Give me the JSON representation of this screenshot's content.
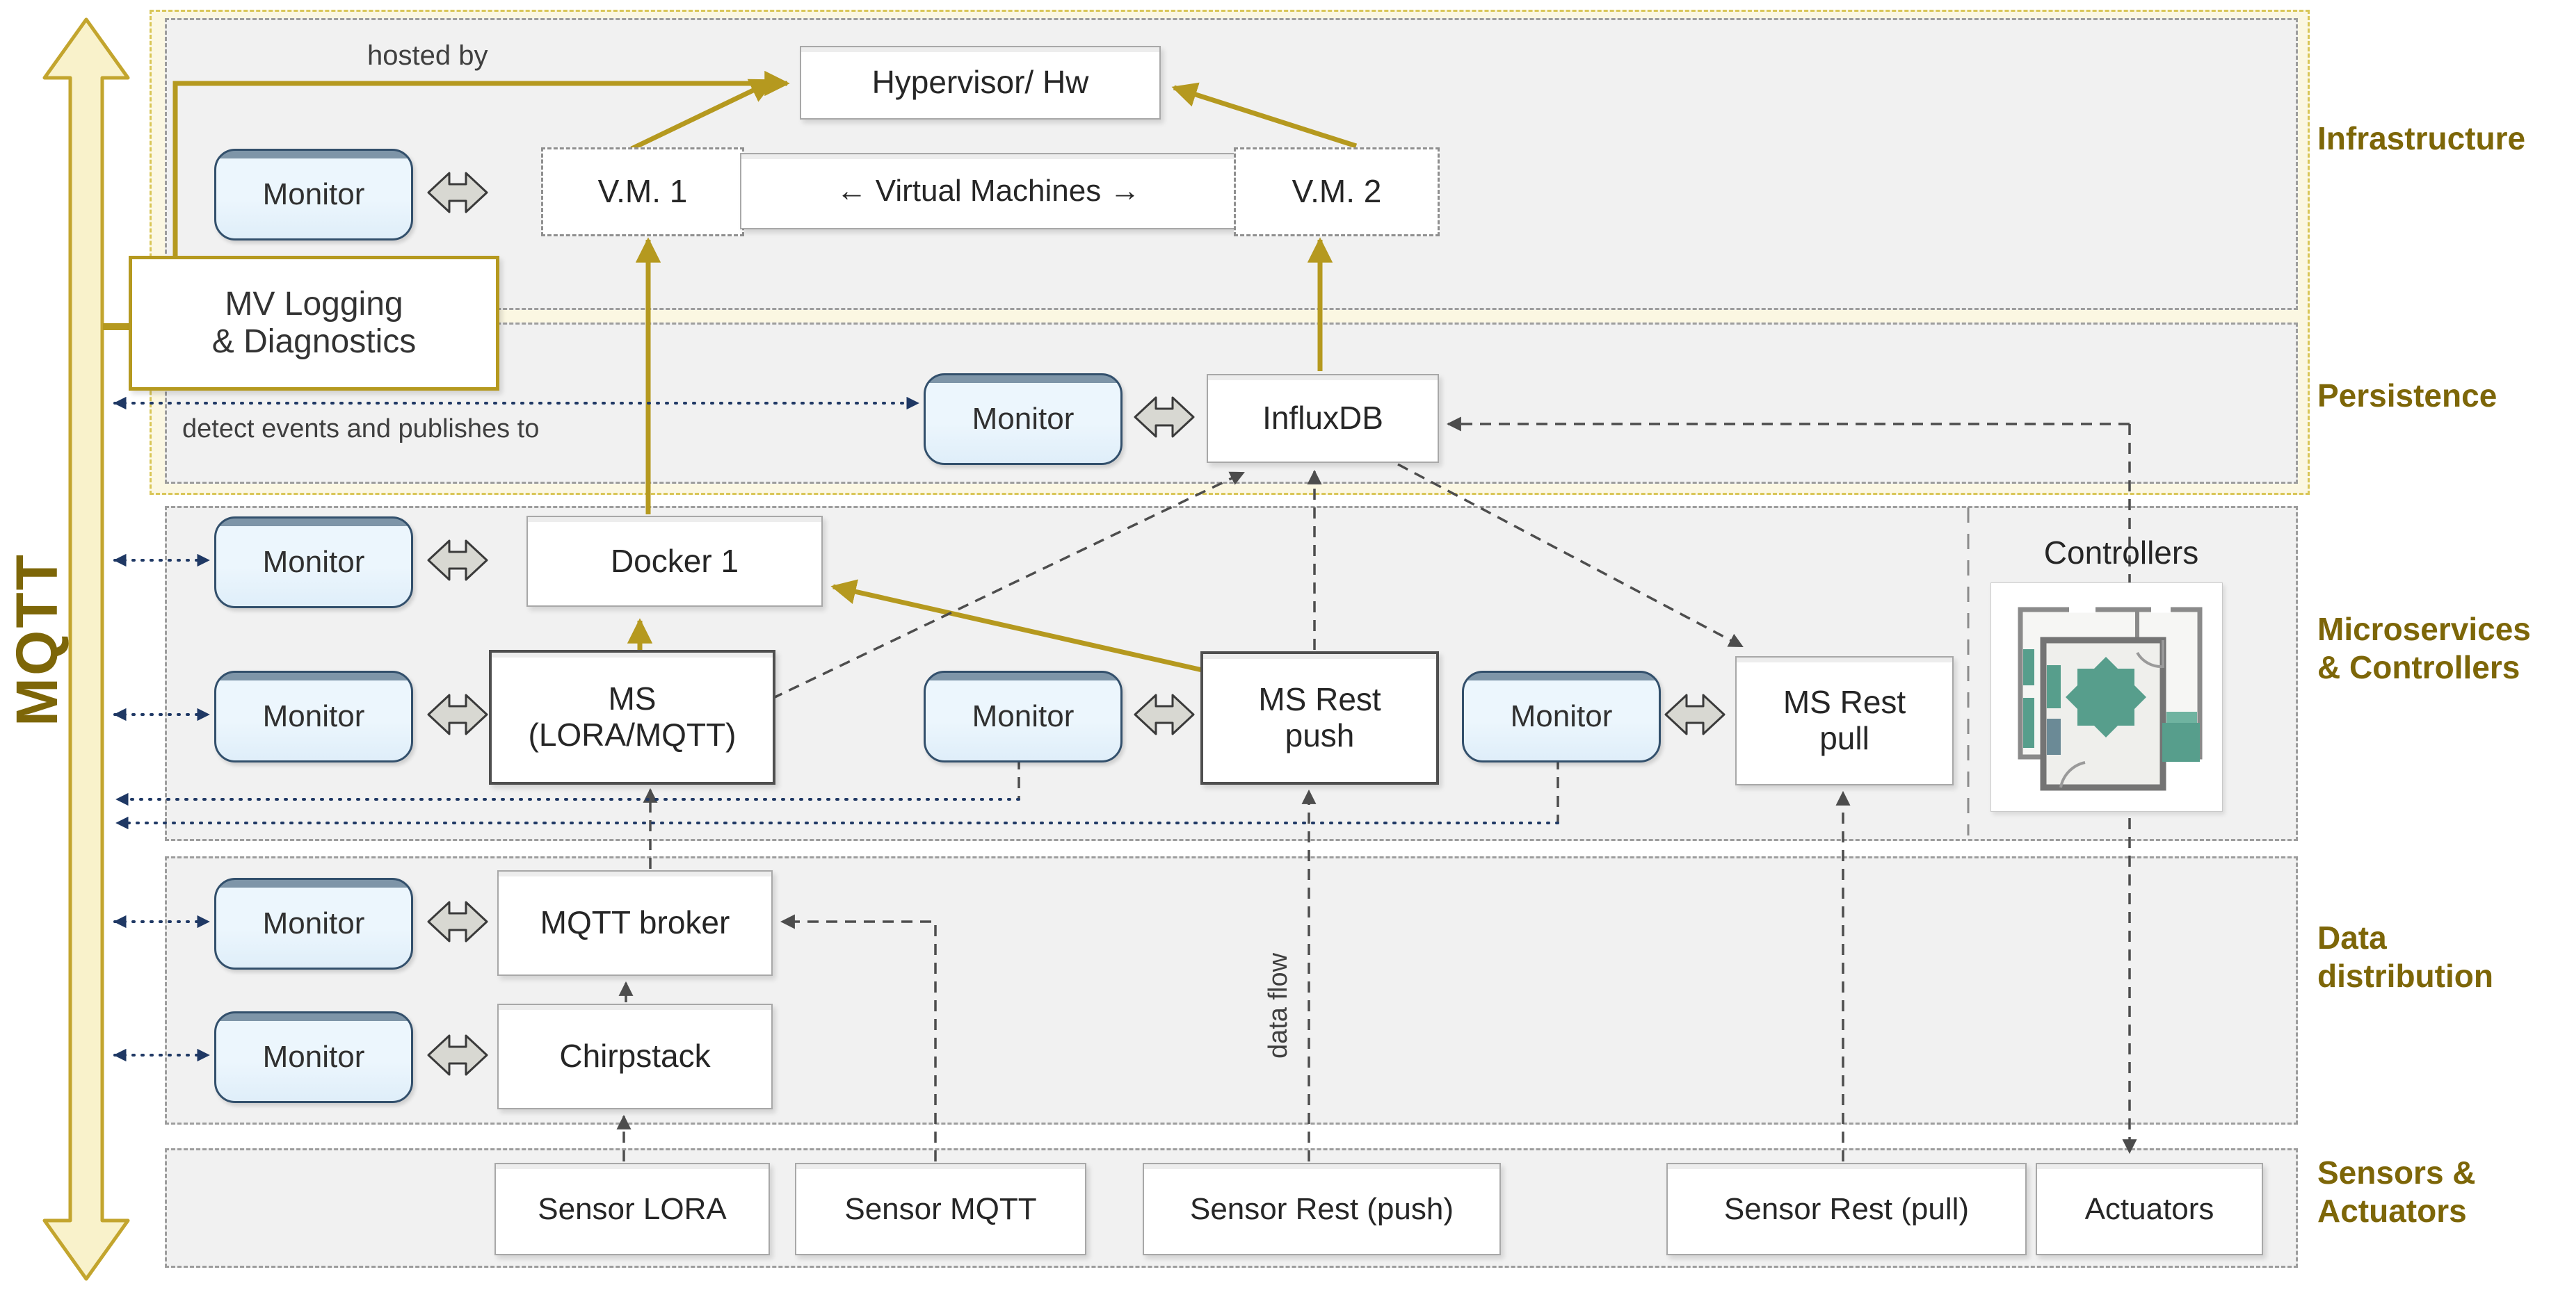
{
  "mqtt_bus": {
    "label": "MQTT"
  },
  "shared": {
    "monitor": "Monitor"
  },
  "layer_labels": {
    "infrastructure": "Infrastructure",
    "persistence": "Persistence",
    "microservices_line1": "Microservices",
    "microservices_line2": "& Controllers",
    "data_line1": "Data",
    "data_line2": "distribution",
    "sensors_line1": "Sensors &",
    "sensors_line2": "Actuators"
  },
  "infrastructure": {
    "hosted_by": "hosted by",
    "hypervisor": "Hypervisor/ Hw",
    "vm1": "V.M. 1",
    "virtual_machines": "←  Virtual Machines  →",
    "vm2": "V.M. 2"
  },
  "logging": {
    "line1": "MV Logging",
    "line2": "& Diagnostics"
  },
  "persistence": {
    "note": "detect events and publishes to",
    "influxdb": "InfluxDB"
  },
  "microservices": {
    "docker": "Docker 1",
    "ms_lora_line1": "MS",
    "ms_lora_line2": "(LORA/MQTT)",
    "ms_push_line1": "MS Rest",
    "ms_push_line2": "push",
    "ms_pull_line1": "MS Rest",
    "ms_pull_line2": "pull",
    "controllers": "Controllers"
  },
  "data_distribution": {
    "mqtt_broker": "MQTT broker",
    "chirpstack": "Chirpstack",
    "data_flow": "data flow"
  },
  "sensors": {
    "lora": "Sensor LORA",
    "mqtt": "Sensor MQTT",
    "rest_push": "Sensor Rest (push)",
    "rest_pull": "Sensor Rest (pull)",
    "actuators": "Actuators"
  },
  "colors": {
    "gold": "#B5991F",
    "pale_gold_fill": "#F9F2CB",
    "layer_label": "#7D6608",
    "navy_dotted": "#1F3864",
    "gray_dashed": "#4D4D4D",
    "band_fill": "#F1F1F1",
    "monitor_fill": "#ECF6FD",
    "monitor_border": "#33506C",
    "teal": "#579E8C"
  }
}
